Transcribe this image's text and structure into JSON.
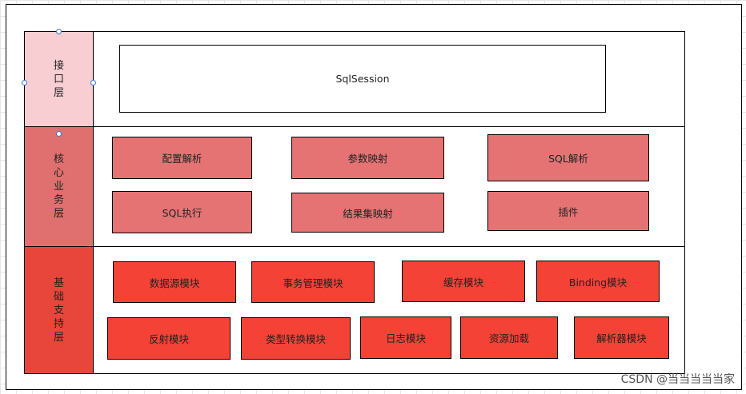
{
  "colors": {
    "interface_label_bg": "#f9ced3",
    "core_label_bg": "#e06f6f",
    "core_box_bg": "#e57373",
    "base_label_bg": "#e8463a",
    "base_box_bg": "#f44336",
    "selection_handle": "#3a7bd5"
  },
  "layers": {
    "interface": {
      "label": "接\n口\n层",
      "boxes": [
        "SqlSession"
      ]
    },
    "core": {
      "label": "核\n心\n业\n务\n层",
      "boxes": [
        "配置解析",
        "参数映射",
        "SQL解析",
        "SQL执行",
        "结果集映射",
        "插件"
      ]
    },
    "base": {
      "label": "基\n础\n支\n持\n层",
      "boxes": [
        "数据源模块",
        "事务管理模块",
        "缓存模块",
        "Binding模块",
        "反射模块",
        "类型转换模块",
        "日志模块",
        "资源加载",
        "解析器模块"
      ]
    }
  },
  "watermark": "CSDN @当当当当当家"
}
